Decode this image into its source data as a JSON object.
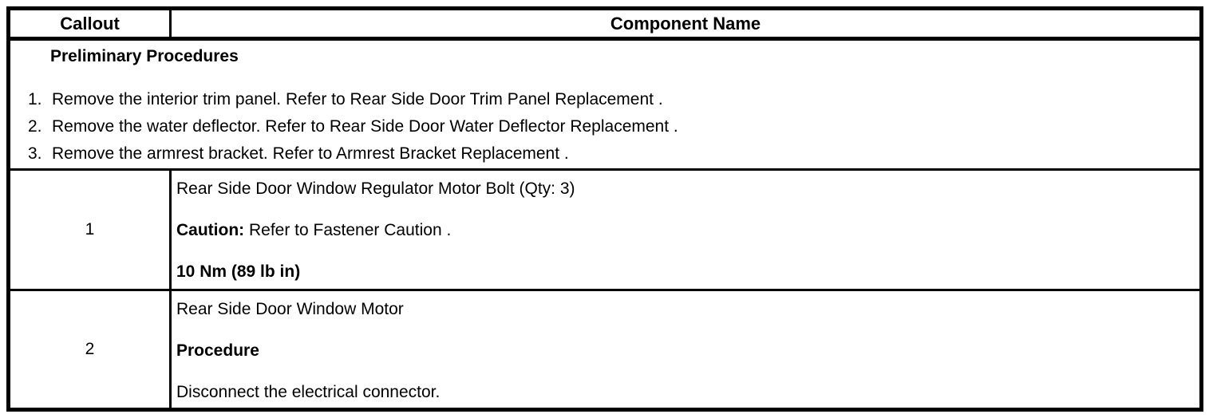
{
  "page": {
    "background_color": "#ffffff",
    "border_color": "#000000"
  },
  "table": {
    "header": {
      "callout": "Callout",
      "component_name": "Component Name"
    },
    "preliminary": {
      "title": "Preliminary Procedures",
      "steps": [
        {
          "num": "1.",
          "text": "Remove the interior trim panel. Refer to Rear Side Door Trim Panel Replacement ."
        },
        {
          "num": "2.",
          "text": "Remove the water deflector. Refer to Rear Side Door Water Deflector Replacement ."
        },
        {
          "num": "3.",
          "text": "Remove the armrest bracket. Refer to Armrest Bracket Replacement ."
        }
      ]
    },
    "rows": [
      {
        "callout": "1",
        "component": "Rear Side Door Window Regulator Motor Bolt (Qty: 3)",
        "caution_label": "Caution:",
        "caution_text": "Refer to Fastener Caution .",
        "torque": "10 Nm (89 lb in)"
      },
      {
        "callout": "2",
        "component": "Rear Side Door Window Motor",
        "procedure_label": "Procedure",
        "procedure_text": "Disconnect the electrical connector."
      }
    ]
  }
}
